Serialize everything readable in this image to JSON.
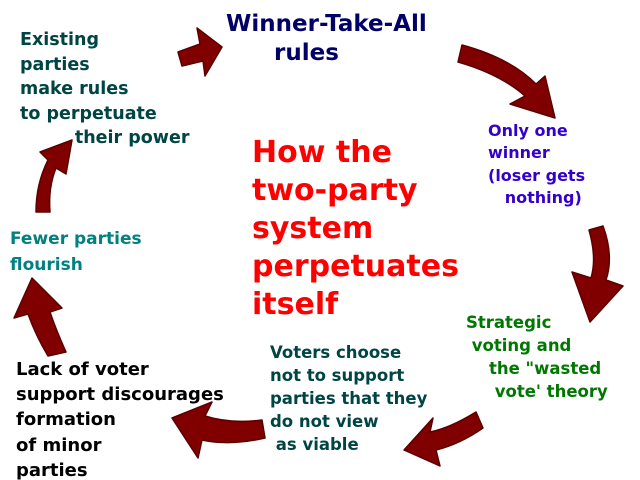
{
  "diagram": {
    "center_title": "How the\ntwo-party\nsystem\nperpetuates\nitself",
    "nodes": [
      {
        "id": "winner-take-all",
        "text": "Winner-Take-All\n      rules",
        "color": "#000066"
      },
      {
        "id": "only-one-winner",
        "text": "Only one\nwinner\n(loser gets\n   nothing)",
        "color": "#3300cc"
      },
      {
        "id": "strategic-voting",
        "text": "Strategic\n voting and\n    the \"wasted\n     vote' theory",
        "color": "#007700"
      },
      {
        "id": "voters-choose",
        "text": "Voters choose\nnot to support\nparties that they\ndo not view\n as viable",
        "color": "#004444"
      },
      {
        "id": "lack-of-support",
        "text": "Lack of voter\nsupport discourages\nformation\nof minor\nparties",
        "color": "#000000"
      },
      {
        "id": "fewer-parties",
        "text": "Fewer parties\nflourish",
        "color": "#008080"
      },
      {
        "id": "existing-parties",
        "text": "Existing\nparties\nmake rules\nto perpetuate\n         their power",
        "color": "#004444"
      }
    ],
    "colors": {
      "title": "#ff0000",
      "arrow_fill": "#800000",
      "arrow_stroke": "#5a0000"
    }
  }
}
